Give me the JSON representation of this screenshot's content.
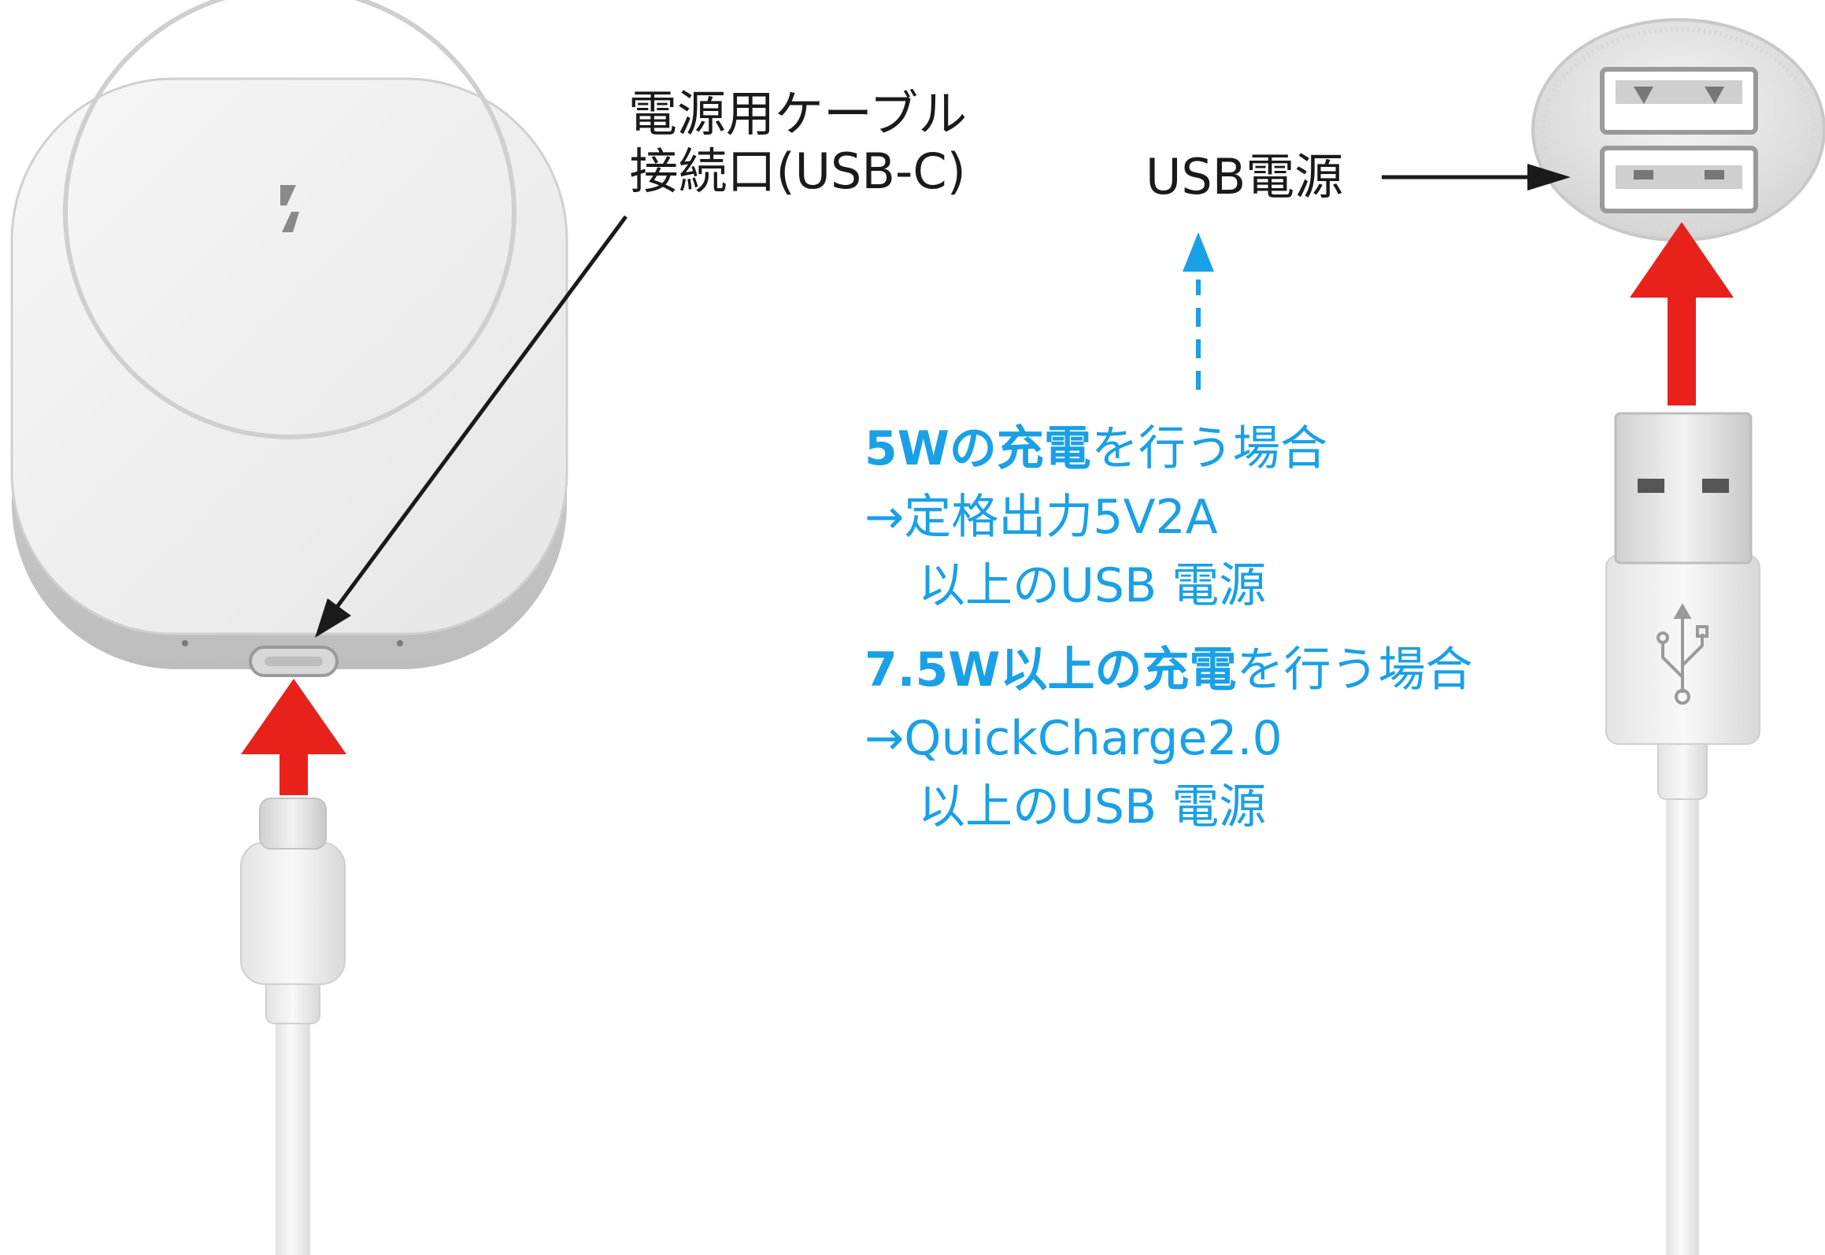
{
  "labels": {
    "cable_port_line1": "電源用ケーブル",
    "cable_port_line2": "接続口(USB-C)",
    "usb_power": "USB電源"
  },
  "notes": [
    {
      "bold": "5Wの充電",
      "normal": "を行う場合",
      "line2": "→定格出力5V2A",
      "line3": "以上のUSB 電源"
    },
    {
      "bold": "7.5W以上の充電",
      "normal": "を行う場合",
      "line2": "→QuickCharge2.0",
      "line3": "以上のUSB 電源"
    }
  ],
  "colors": {
    "red_arrow": "#e8221a",
    "blue_text": "#1aa0e6",
    "black_text": "#1a1a1a",
    "device_body": "#ececec",
    "cable": "#f0f0f0"
  }
}
